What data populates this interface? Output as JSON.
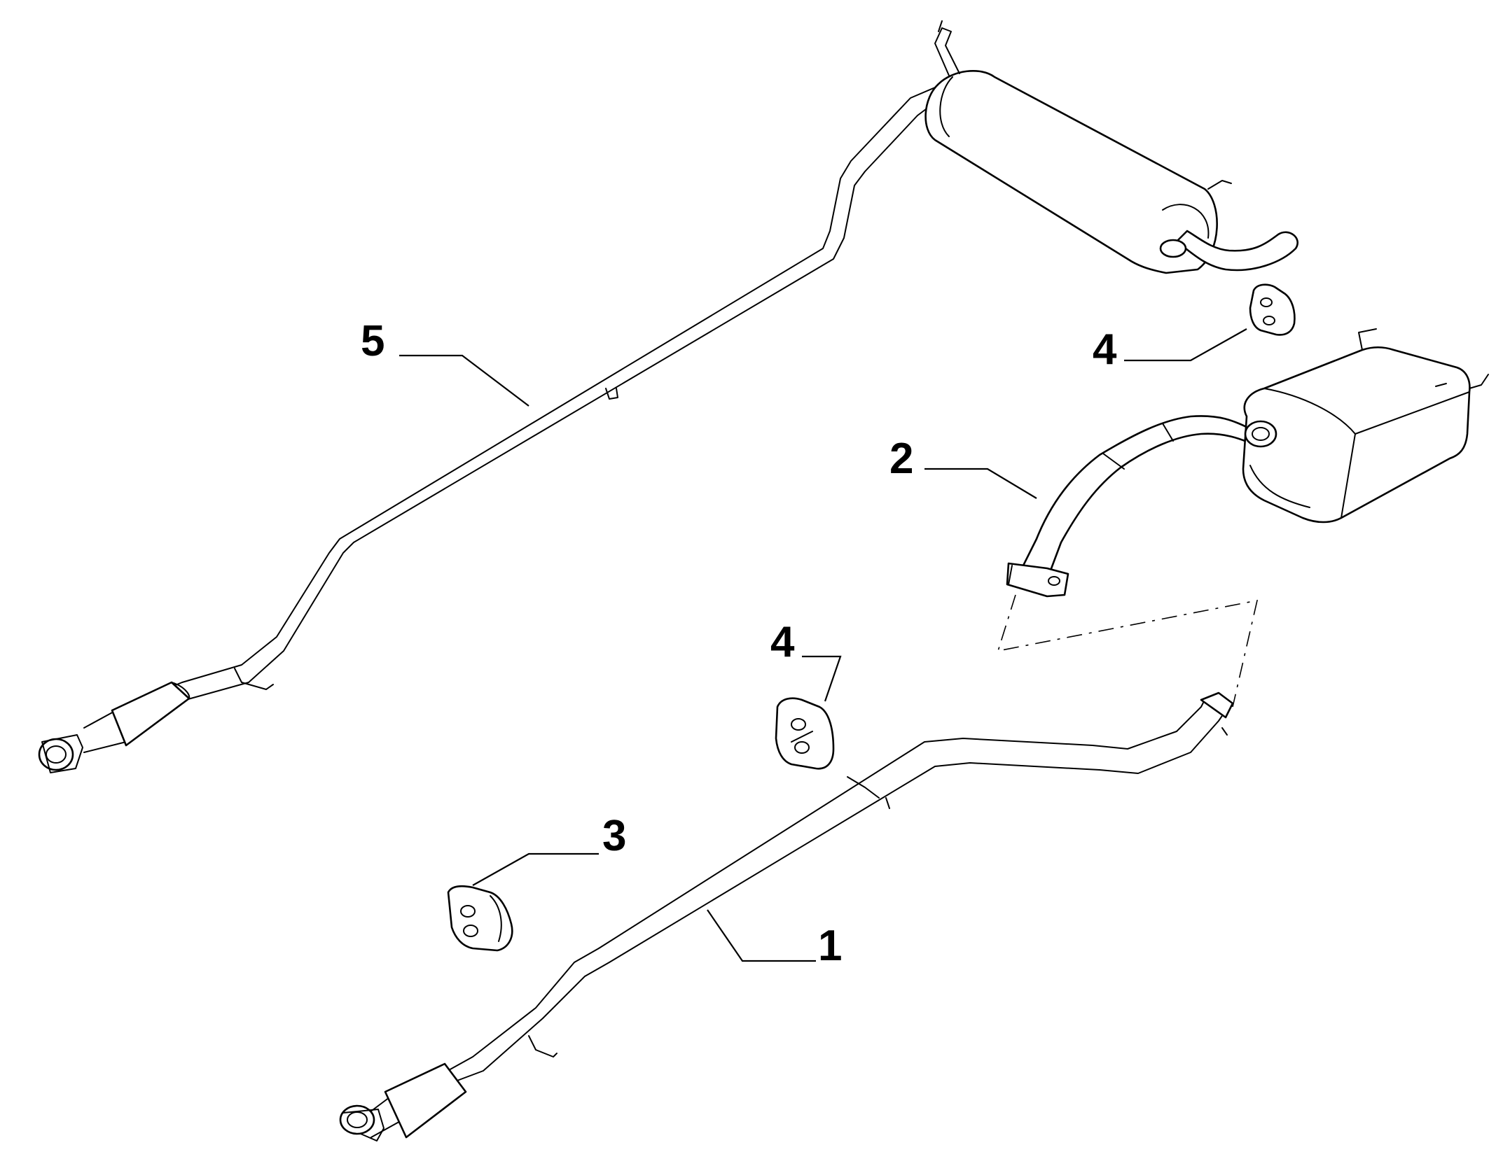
{
  "callouts": [
    {
      "id": "c1",
      "label": "1"
    },
    {
      "id": "c2",
      "label": "2"
    },
    {
      "id": "c3",
      "label": "3"
    },
    {
      "id": "c4a",
      "label": "4"
    },
    {
      "id": "c4b",
      "label": "4"
    },
    {
      "id": "c5",
      "label": "5"
    }
  ]
}
